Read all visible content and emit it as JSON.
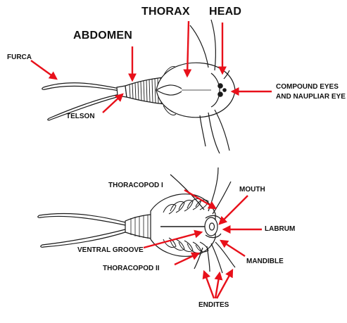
{
  "top_view": {
    "labels": {
      "thorax": "THORAX",
      "head": "HEAD",
      "abdomen": "ABDOMEN",
      "furca": "FURCA",
      "telson": "TELSON",
      "compound_eyes_line1": "COMPOUND EYES",
      "compound_eyes_line2": "AND NAUPLIAR EYE"
    }
  },
  "bottom_view": {
    "labels": {
      "thoracopod_1": "THORACOPOD I",
      "mouth": "MOUTH",
      "labrum": "LABRUM",
      "ventral_groove": "VENTRAL GROOVE",
      "mandible": "MANDIBLE",
      "thoracopod_2": "THORACOPOD II",
      "endites": "ENDITES"
    }
  },
  "colors": {
    "arrow": "#e8101a",
    "ink": "#1a1a1a",
    "label": "#111111"
  }
}
